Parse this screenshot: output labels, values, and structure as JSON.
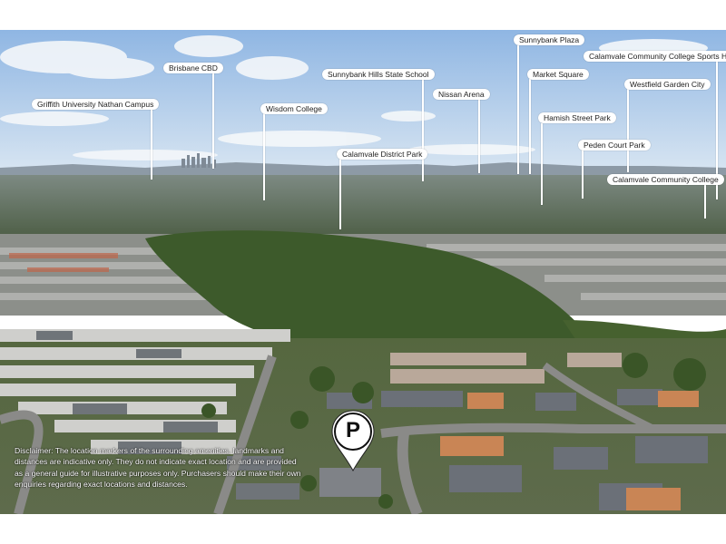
{
  "image": {
    "subject": "aerial-suburb-photo",
    "sky_color": "#bcd6ef",
    "tree_color": "#3f5a2c",
    "roof_color": "#8c8f93",
    "road_color": "#8a8a88"
  },
  "markers": [
    {
      "label": "Griffith University Nathan Campus"
    },
    {
      "label": "Brisbane CBD"
    },
    {
      "label": "Wisdom College"
    },
    {
      "label": "Sunnybank Hills State School"
    },
    {
      "label": "Calamvale District Park"
    },
    {
      "label": "Nissan Arena"
    },
    {
      "label": "Sunnybank Plaza"
    },
    {
      "label": "Market Square"
    },
    {
      "label": "Hamish Street Park"
    },
    {
      "label": "Peden Court Park"
    },
    {
      "label": "Calamvale Community College Sports Hall"
    },
    {
      "label": "Westfield Garden City"
    },
    {
      "label": "Calamvale Community College"
    }
  ],
  "property_pin": {
    "letter": "P",
    "icon": "parking-location-pin-icon",
    "colors": {
      "fill": "#ffffff",
      "text": "#111111"
    }
  },
  "disclaimer": "Disclaimer: The location markers of the surrounding amenities, landmarks and distances are indicative only. They do not indicate exact location and are provided as a general guide for illustrative purposes only. Purchasers should make their own enquiries regarding exact locations and distances."
}
